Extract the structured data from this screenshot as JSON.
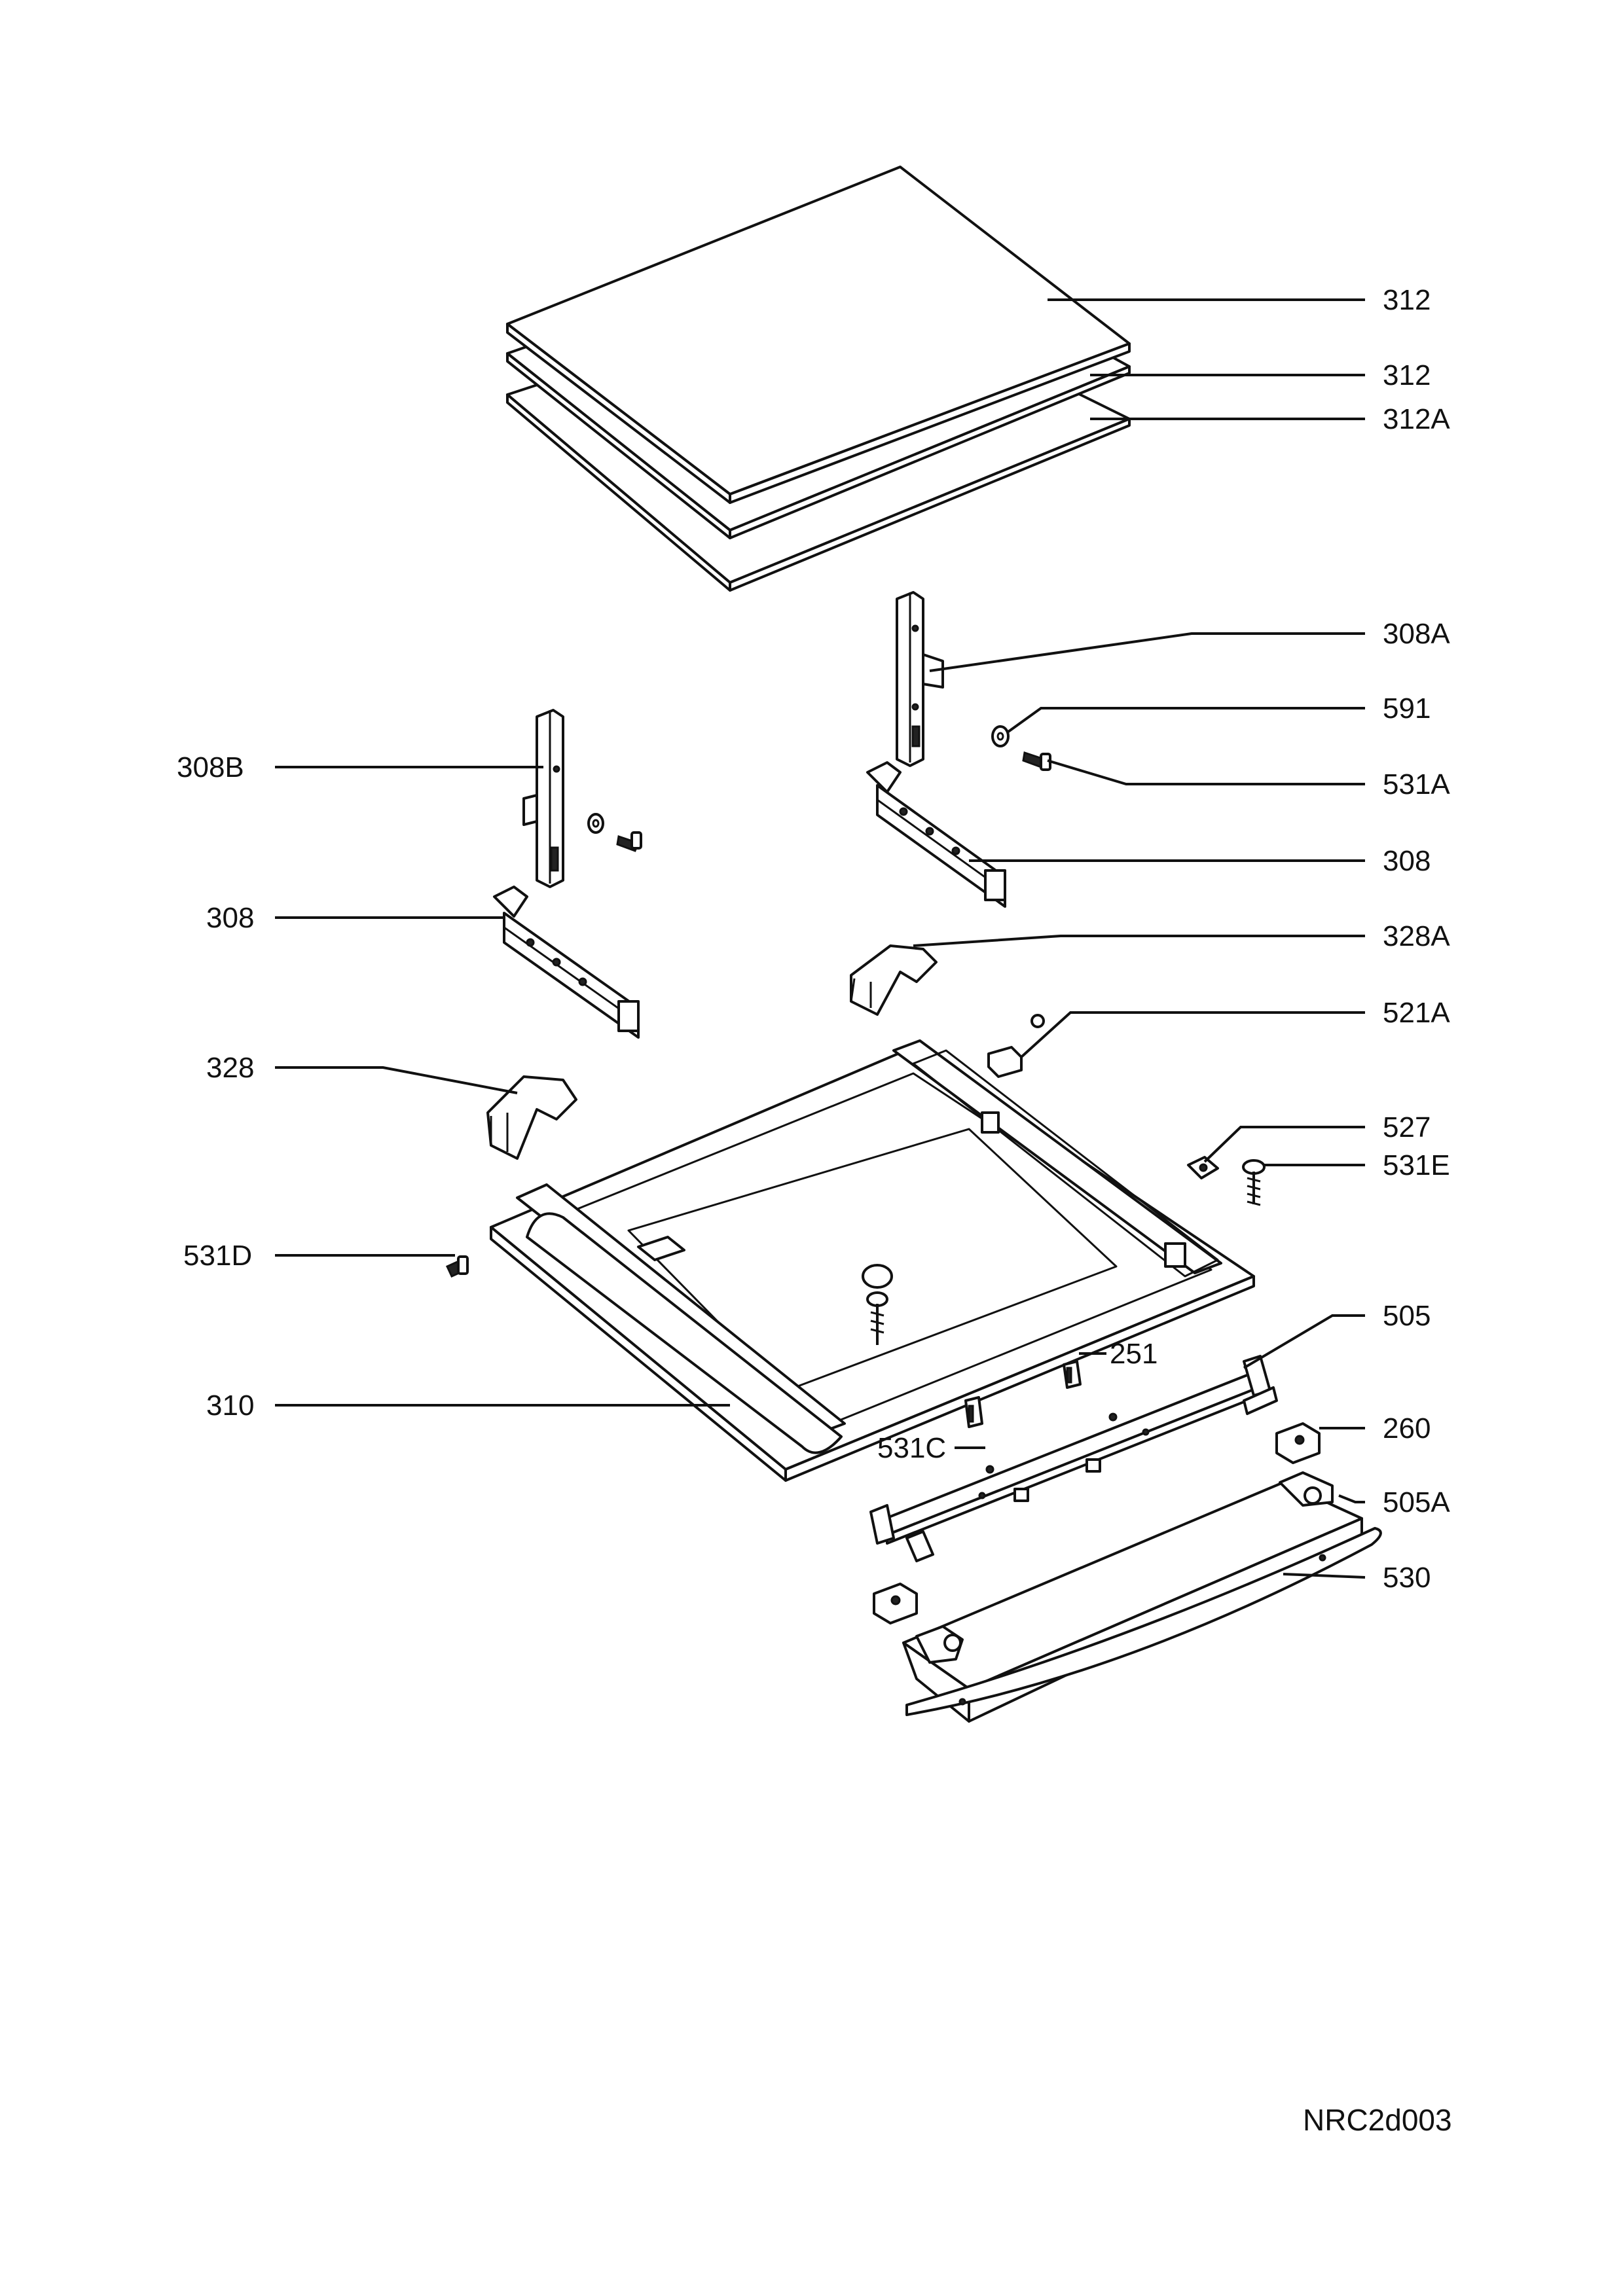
{
  "diagram": {
    "labels": [
      {
        "id": "l1",
        "text": "312"
      },
      {
        "id": "l2",
        "text": "312"
      },
      {
        "id": "l3",
        "text": "312A"
      },
      {
        "id": "l4",
        "text": "308A"
      },
      {
        "id": "l5",
        "text": "591"
      },
      {
        "id": "l6",
        "text": "531A"
      },
      {
        "id": "l7",
        "text": "308"
      },
      {
        "id": "l8",
        "text": "328A"
      },
      {
        "id": "l9",
        "text": "521A"
      },
      {
        "id": "l10",
        "text": "527"
      },
      {
        "id": "l11",
        "text": "531E"
      },
      {
        "id": "l12",
        "text": "505"
      },
      {
        "id": "l13",
        "text": "260"
      },
      {
        "id": "l14",
        "text": "505A"
      },
      {
        "id": "l15",
        "text": "530"
      },
      {
        "id": "l16",
        "text": "308B"
      },
      {
        "id": "l17",
        "text": "308"
      },
      {
        "id": "l18",
        "text": "328"
      },
      {
        "id": "l19",
        "text": "531D"
      },
      {
        "id": "l20",
        "text": "310"
      },
      {
        "id": "l21",
        "text": "251"
      },
      {
        "id": "l22",
        "text": "531C"
      }
    ],
    "drawing_code": "NRC2d003"
  }
}
